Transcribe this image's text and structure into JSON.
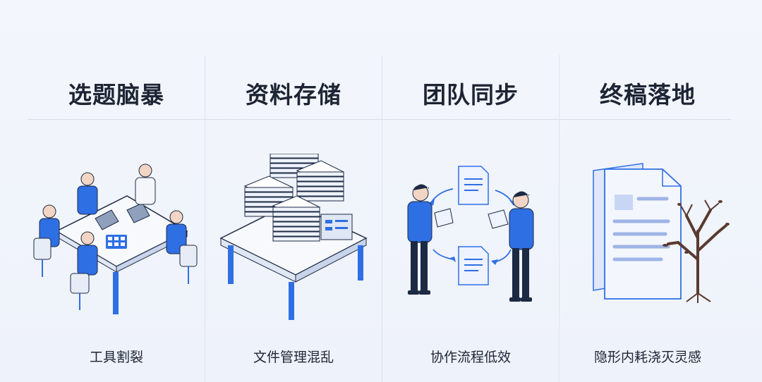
{
  "stages": [
    {
      "title": "选题脑暴",
      "caption": "工具割裂",
      "icon": "team-meeting-icon"
    },
    {
      "title": "资料存储",
      "caption": "文件管理混乱",
      "icon": "document-stacks-icon"
    },
    {
      "title": "团队同步",
      "caption": "协作流程低效",
      "icon": "document-exchange-icon"
    },
    {
      "title": "终稿落地",
      "caption": "隐形内耗浇灭灵感",
      "icon": "withered-tree-document-icon"
    }
  ],
  "colors": {
    "accent": "#2f6fe4",
    "dark": "#1c2a44",
    "line": "#d6dce8"
  }
}
